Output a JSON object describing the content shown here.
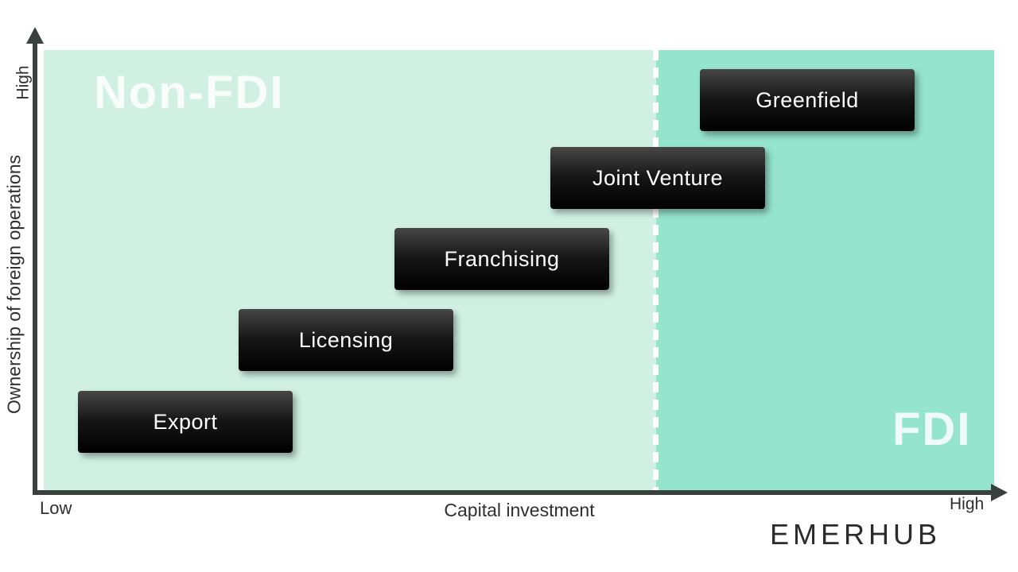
{
  "diagram": {
    "title_implied": "Market entry modes by capital investment and ownership",
    "regions": {
      "non_fdi": {
        "label": "Non-FDI",
        "bg_color": "#d0f0e4"
      },
      "fdi": {
        "label": "FDI",
        "bg_color": "#95e4cd"
      },
      "divider_color": "#ffffff"
    },
    "x_axis": {
      "label": "Capital investment",
      "left_tick": "Low",
      "right_tick": "High",
      "axis_color": "#3a403e"
    },
    "y_axis": {
      "label": "Ownership of foreign operations",
      "top_tick": "High",
      "axis_color": "#3a403e"
    },
    "items": [
      {
        "label": "Export",
        "region": "Non-FDI",
        "capital_investment": 1,
        "ownership": 1
      },
      {
        "label": "Licensing",
        "region": "Non-FDI",
        "capital_investment": 2,
        "ownership": 2
      },
      {
        "label": "Franchising",
        "region": "Non-FDI",
        "capital_investment": 3,
        "ownership": 3
      },
      {
        "label": "Joint Venture",
        "region": "Non-FDI/FDI boundary",
        "capital_investment": 4,
        "ownership": 4
      },
      {
        "label": "Greenfield",
        "region": "FDI",
        "capital_investment": 5,
        "ownership": 5
      }
    ],
    "box_style": {
      "bg": "#000000",
      "text_color": "#ffffff"
    },
    "branding": {
      "wordmark": "EMERHUB",
      "color": "#2b2b2b"
    }
  }
}
